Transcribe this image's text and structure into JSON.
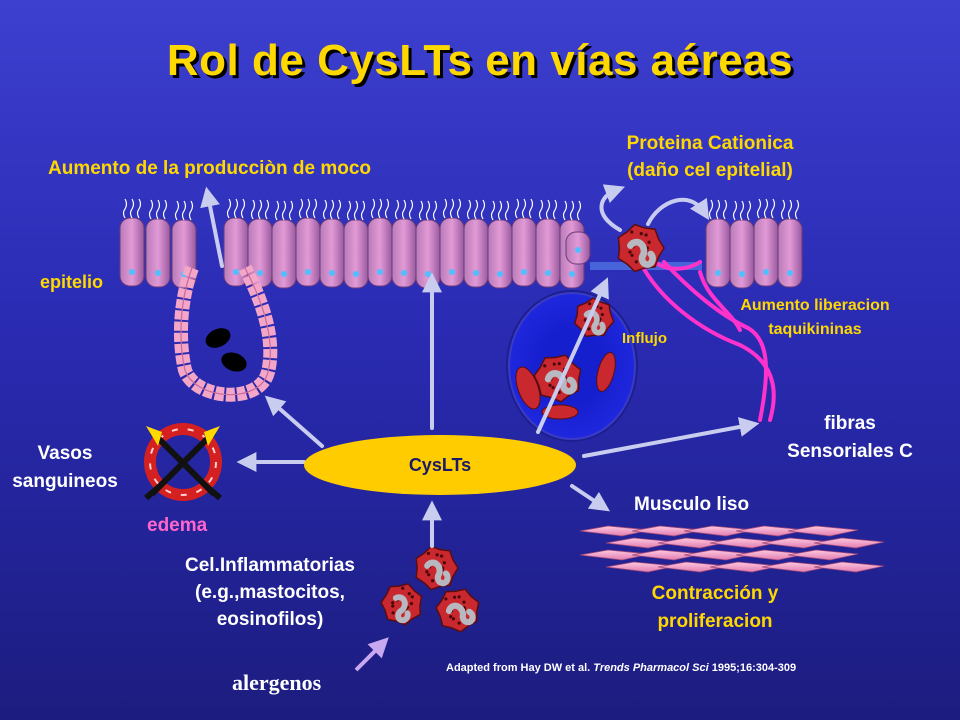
{
  "title": "Rol de CysLTs en vías aéreas",
  "center": "CysLTs",
  "labels": {
    "moco": "Aumento de la producciòn de moco",
    "proteina_line1": "Proteina Cationica",
    "proteina_line2": "(daño cel epitelial)",
    "epitelio": "epitelio",
    "taqui_line1": "Aumento liberacion",
    "taqui_line2": "taquikininas",
    "influjo": "Influjo",
    "vasos_line1": "Vasos",
    "vasos_line2": "sanguineos",
    "edema": "edema",
    "fibras_line1": "fibras",
    "fibras_line2": "Sensoriales C",
    "musculo": "Musculo liso",
    "contraccion_line1": "Contracción y",
    "contraccion_line2": "proliferacion",
    "cel_line1": "Cel.Inflammatorias",
    "cel_line2": "(e.g.,mastocitos,",
    "cel_line3": "eosinofilos)",
    "alergenos": "alergenos"
  },
  "citation": {
    "prefix": "Adapted from Hay DW et al. ",
    "journal": "Trends Pharmacol Sci",
    "suffix": " 1995;16:304-309"
  },
  "colors": {
    "title": "#ffd800",
    "label_yellow": "#ffd800",
    "label_white": "#ffffff",
    "label_pink": "#ff66cc",
    "center_ellipse": "#ffcc00",
    "arrows": "#c8cdf0",
    "cells": "#c8282e",
    "epithelium": "#d88ac8",
    "muscle": "#f2a6cc",
    "nerve": "#ff33cc"
  }
}
